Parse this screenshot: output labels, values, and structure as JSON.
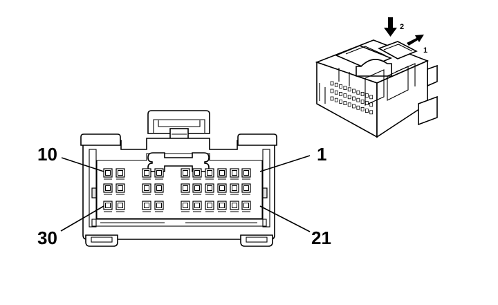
{
  "labels": {
    "pin_10": "10",
    "pin_1": "1",
    "pin_30": "30",
    "pin_21": "21",
    "step_2": "2",
    "step_1": "1"
  },
  "connector": {
    "rows": 3,
    "columns": 10,
    "cavity_count": 30
  }
}
